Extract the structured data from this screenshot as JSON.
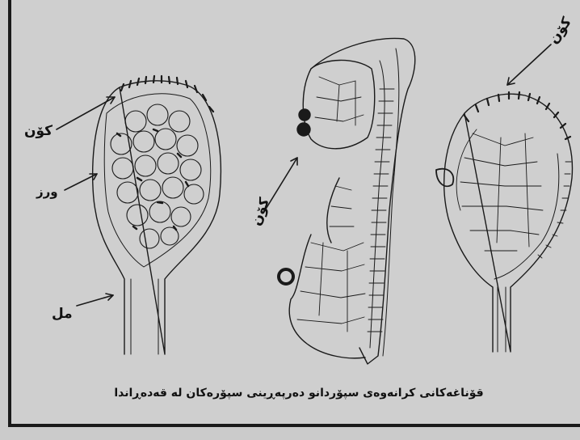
{
  "labels": {
    "wall_left": "کۆن",
    "spores": "ورز",
    "stalk": "مل",
    "opening": "کۆن",
    "wall_right": "کۆن"
  },
  "caption": "قۆناغەکانی کرانەوەی سپۆردانو دەرپەڕینی سپۆرەکان لە قەدەڕاندا",
  "colors": {
    "ink": "#111111",
    "paper": "#cfcfcf"
  }
}
